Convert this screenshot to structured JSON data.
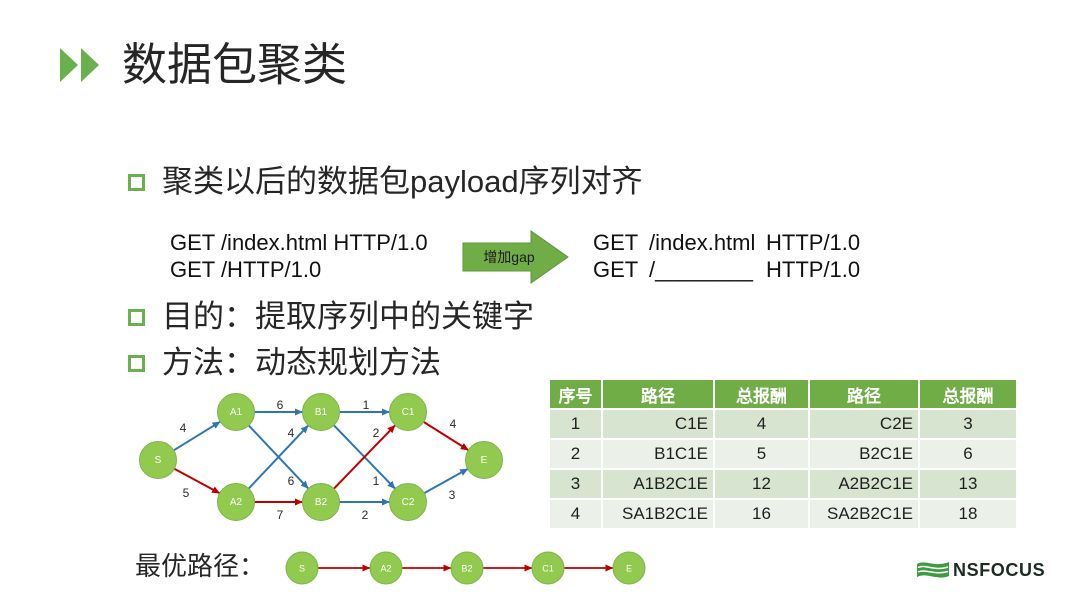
{
  "slide": {
    "title": "数据包聚类",
    "title_icon": "double-chevron-right-icon",
    "bullet_icon": "hollow-square-icon",
    "bullets": [
      "聚类以后的数据包payload序列对齐",
      "目的：提取序列中的关键字",
      "方法：动态规划方法"
    ],
    "alignment": {
      "before": [
        "GET /index.html HTTP/1.0",
        "GET /HTTP/1.0"
      ],
      "arrow_label": "增加gap",
      "after": [
        [
          "GET",
          "/index.html",
          "HTTP/1.0"
        ],
        [
          "GET",
          "/________",
          "HTTP/1.0"
        ]
      ]
    },
    "graph": {
      "nodes": [
        "S",
        "A1",
        "A2",
        "B1",
        "B2",
        "C1",
        "C2",
        "E"
      ],
      "edges": [
        {
          "from": "S",
          "to": "A1",
          "weight": 4,
          "color": "#2E75B6"
        },
        {
          "from": "S",
          "to": "A2",
          "weight": 5,
          "color": "#C00000"
        },
        {
          "from": "A1",
          "to": "B1",
          "weight": 6,
          "color": "#2E75B6"
        },
        {
          "from": "A1",
          "to": "B2",
          "weight": 6,
          "color": "#2E75B6"
        },
        {
          "from": "A2",
          "to": "B1",
          "weight": 4,
          "color": "#2E75B6"
        },
        {
          "from": "A2",
          "to": "B2",
          "weight": 7,
          "color": "#C00000"
        },
        {
          "from": "B1",
          "to": "C1",
          "weight": 1,
          "color": "#2E75B6"
        },
        {
          "from": "B1",
          "to": "C2",
          "weight": 1,
          "color": "#2E75B6"
        },
        {
          "from": "B2",
          "to": "C1",
          "weight": 2,
          "color": "#C00000"
        },
        {
          "from": "B2",
          "to": "C2",
          "weight": 2,
          "color": "#2E75B6"
        },
        {
          "from": "C1",
          "to": "E",
          "weight": 4,
          "color": "#C00000"
        },
        {
          "from": "C2",
          "to": "E",
          "weight": 3,
          "color": "#2E75B6"
        }
      ]
    },
    "table": {
      "headers": [
        "序号",
        "路径",
        "总报酬",
        "路径",
        "总报酬"
      ],
      "rows": [
        [
          "1",
          "C1E",
          "4",
          "C2E",
          "3"
        ],
        [
          "2",
          "B1C1E",
          "5",
          "B2C1E",
          "6"
        ],
        [
          "3",
          "A1B2C1E",
          "12",
          "A2B2C1E",
          "13"
        ],
        [
          "4",
          "SA1B2C1E",
          "16",
          "SA2B2C1E",
          "18"
        ]
      ]
    },
    "optimal_path": {
      "label": "最优路径：",
      "nodes": [
        "S",
        "A2",
        "B2",
        "C1",
        "E"
      ]
    },
    "logo": {
      "text": "NSFOCUS",
      "icon": "nsfocus-wave-icon"
    },
    "colors": {
      "accent": "#6AB04C",
      "node": "#92C94F",
      "table_header": "#70AD47",
      "table_row_a": "#D6E4D0",
      "table_row_b": "#EBF1E8",
      "optimal_edge": "#C00000",
      "edge": "#2E75B6"
    }
  }
}
